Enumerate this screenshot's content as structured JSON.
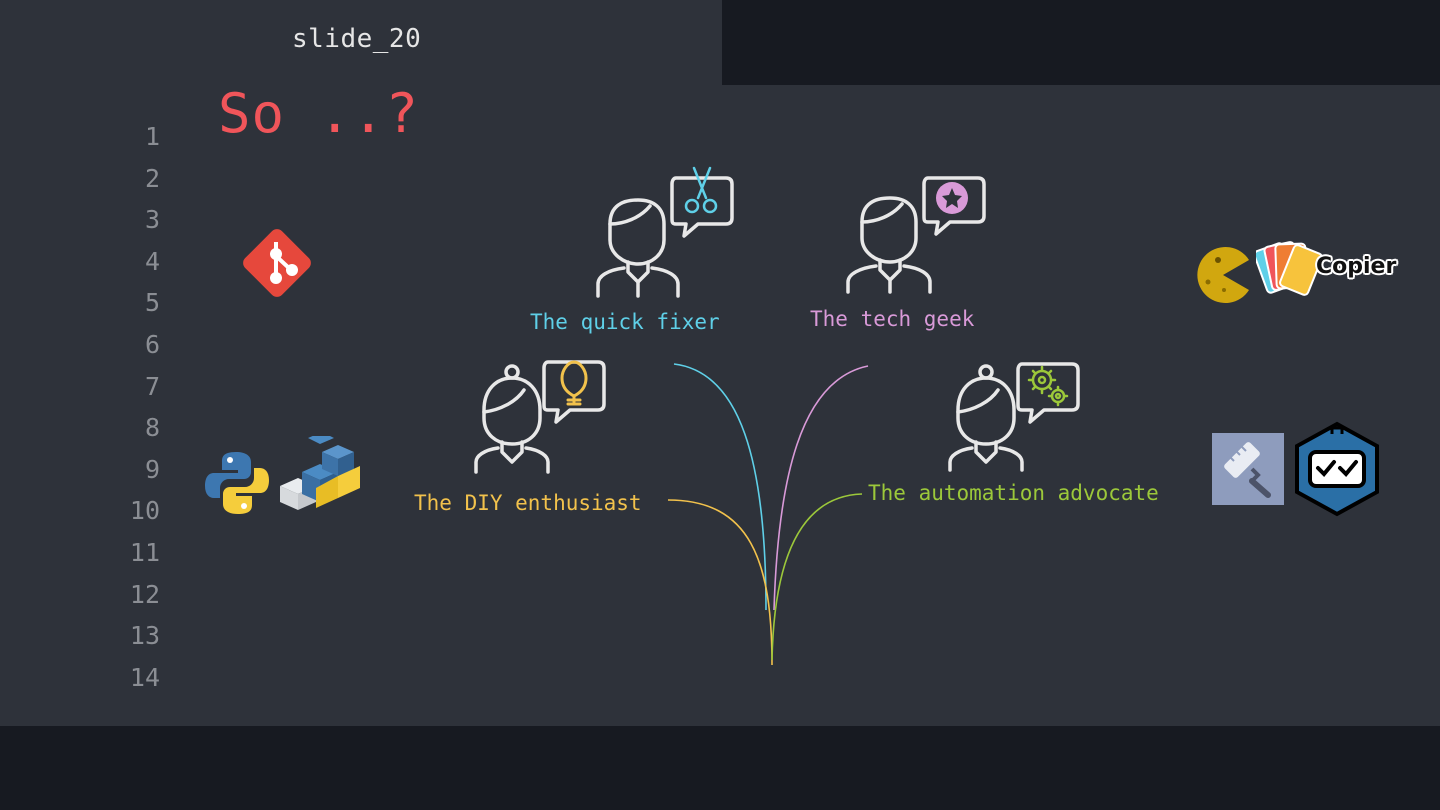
{
  "tab": {
    "title": "slide_20"
  },
  "slide": {
    "heading": "So ..?",
    "line_numbers": [
      "1",
      "2",
      "3",
      "4",
      "5",
      "6",
      "7",
      "8",
      "9",
      "10",
      "11",
      "12",
      "13",
      "14"
    ],
    "personas": [
      {
        "label": "The quick fixer",
        "color": "#5fd0e8"
      },
      {
        "label": "The tech geek",
        "color": "#d99ad8"
      },
      {
        "label": "The DIY enthusiast",
        "color": "#f2c24c"
      },
      {
        "label": "The automation advocate",
        "color": "#9cc83a"
      }
    ],
    "copier_logo_text": "Copier"
  },
  "colors": {
    "background": "#2e323a",
    "bar": "#171a21",
    "heading": "#f0555a",
    "git": "#e6483c"
  }
}
